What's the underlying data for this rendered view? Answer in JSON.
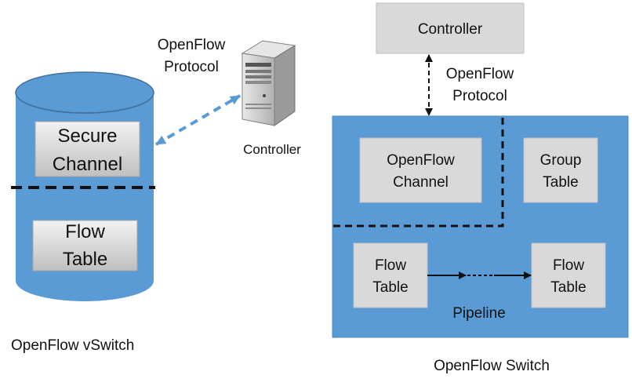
{
  "left": {
    "secure_channel": [
      "Secure",
      "Channel"
    ],
    "flow_table": [
      "Flow",
      "Table"
    ],
    "caption": "OpenFlow vSwitch",
    "protocol_label": [
      "OpenFlow",
      "Protocol"
    ],
    "controller_label": "Controller"
  },
  "right": {
    "controller": "Controller",
    "protocol_label": [
      "OpenFlow",
      "Protocol"
    ],
    "openflow_channel": [
      "OpenFlow",
      "Channel"
    ],
    "group_table": [
      "Group",
      "Table"
    ],
    "flow_table_1": [
      "Flow",
      "Table"
    ],
    "flow_table_2": [
      "Flow",
      "Table"
    ],
    "pipeline": "Pipeline",
    "caption": "OpenFlow Switch"
  },
  "colors": {
    "switch_blue": "#5b9bd5",
    "box_gray": "#d9d9d9",
    "box_border": "#a6a6a6",
    "dashed_arrow_blue": "#5b9bd5",
    "text": "#111111"
  },
  "icons": {
    "server": "server-tower-icon"
  }
}
